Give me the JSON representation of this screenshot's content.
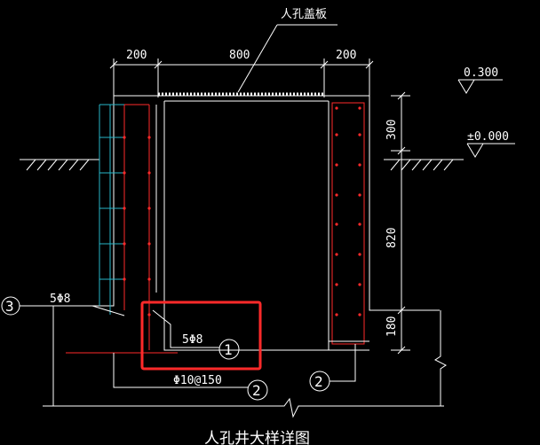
{
  "drawing": {
    "title": "人孔井大样详图",
    "cover_label": "人孔盖板",
    "dimensions": {
      "top_left": "200",
      "top_mid": "800",
      "top_right": "200",
      "side_top": "300",
      "side_mid": "820",
      "side_bottom": "180"
    },
    "levels": {
      "top": "0.300",
      "ground": "±0.000"
    },
    "callouts": {
      "left_bars": "5Φ8",
      "left_bars_mark": "3",
      "inner_bars": "5Φ8",
      "inner_bars_mark": "1",
      "stirrups": "Φ10@150",
      "stirrups_mark": "2",
      "right_mark": "2"
    },
    "highlight_color": "#ff2a2a",
    "rebar_color": "#ff2a2a",
    "dimension_color": "#27b6c9"
  }
}
